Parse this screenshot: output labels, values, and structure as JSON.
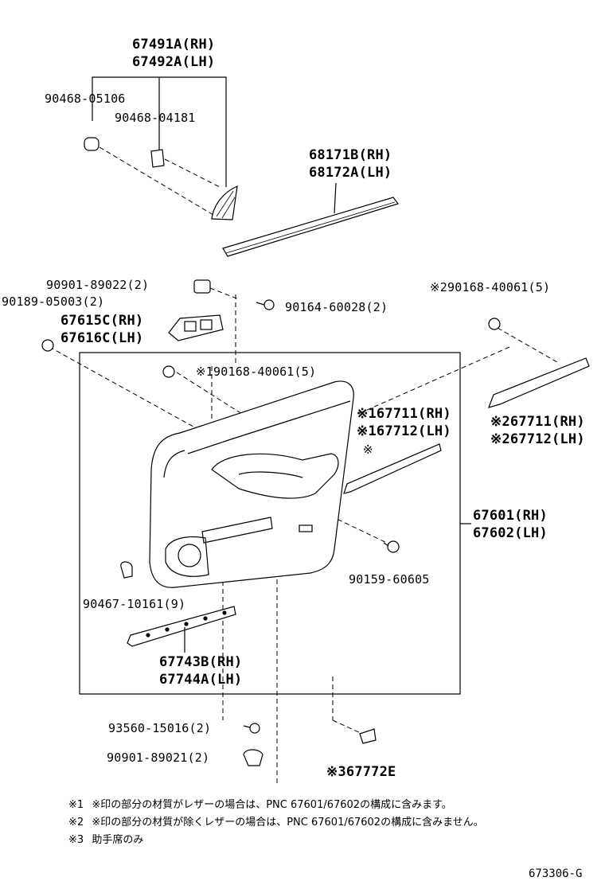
{
  "parts": {
    "p67491a": "67491A(RH)",
    "p67492a": "67492A(LH)",
    "p90468_05106": "90468-05106",
    "p90468_04181": "90468-04181",
    "p68171b": "68171B(RH)",
    "p68172a": "68172A(LH)",
    "p90901_89022": "90901-89022(2)",
    "p90189_05003": "90189-05003(2)",
    "p90164_60028": "90164-60028(2)",
    "p90168_40061_top": "※290168-40061(5)",
    "p67615c": "67615C(RH)",
    "p67616c": "67616C(LH)",
    "p90168_40061_mid": "※190168-40061(5)",
    "p67711_1": "※167711(RH)",
    "p67712_1": "※167712(LH)",
    "p67711_2": "※267711(RH)",
    "p67712_2": "※267712(LH)",
    "asterisk_mark": "※",
    "p67601": "67601(RH)",
    "p67602": "67602(LH)",
    "p90159_60605": "90159-60605",
    "p90467_10161": "90467-10161(9)",
    "p67743b": "67743B(RH)",
    "p67744a": "67744A(LH)",
    "p93560_15016": "93560-15016(2)",
    "p90901_89021": "90901-89021(2)",
    "p67772e": "※367772E"
  },
  "notes": [
    {
      "mark": "※1",
      "text": "※印の部分の材質がレザーの場合は、PNC 67601/67602の構成に含みます。"
    },
    {
      "mark": "※2",
      "text": "※印の部分の材質が除くレザーの場合は、PNC 67601/67602の構成に含みません。"
    },
    {
      "mark": "※3",
      "text": "助手席のみ"
    }
  ],
  "diagram_code": "673306-G"
}
